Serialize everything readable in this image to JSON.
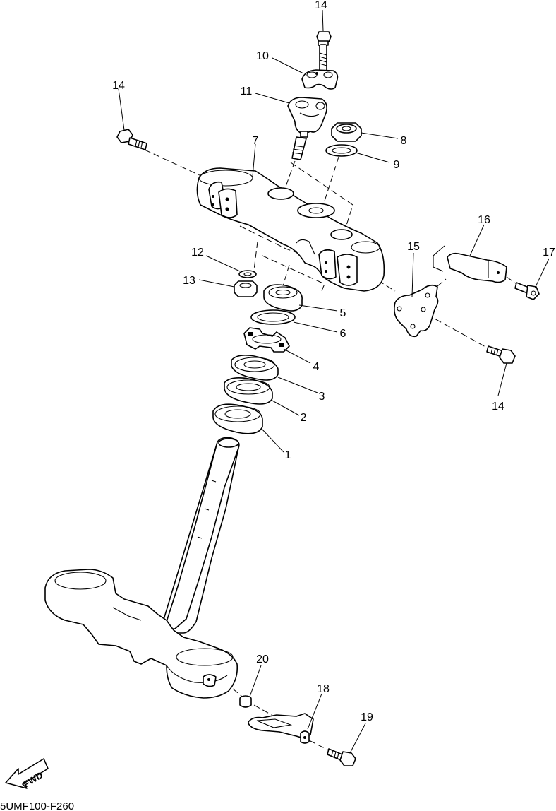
{
  "diagram_code": "5UMF100-F260",
  "fwd_label": "FWD",
  "callouts": {
    "c1": "1",
    "c2": "2",
    "c3": "3",
    "c4": "4",
    "c5": "5",
    "c6": "6",
    "c7": "7",
    "c8": "8",
    "c9": "9",
    "c10": "10",
    "c11": "11",
    "c12": "12",
    "c13": "13",
    "c14_top": "14",
    "c14_left": "14",
    "c14_right": "14",
    "c15": "15",
    "c16": "16",
    "c17": "17",
    "c18": "18",
    "c19": "19",
    "c20": "20"
  }
}
